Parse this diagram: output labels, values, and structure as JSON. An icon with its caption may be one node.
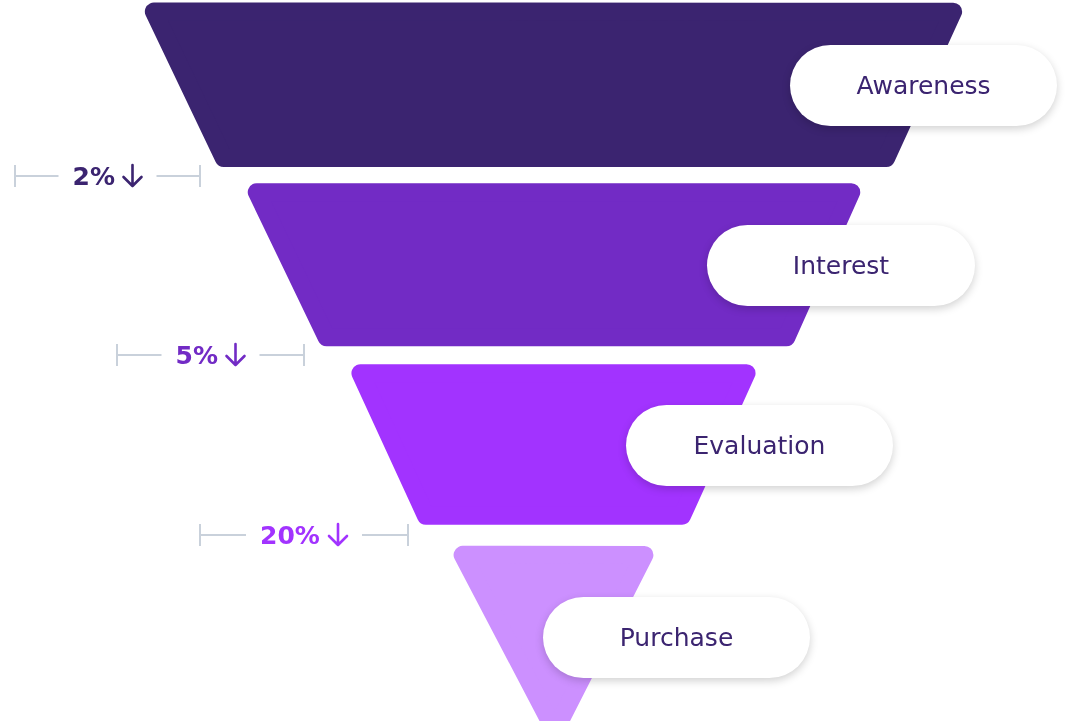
{
  "diagram": {
    "nodes": [
      {
        "text": [
          "Awareness"
        ]
      },
      {
        "text": [
          "Interest"
        ]
      },
      {
        "text": [
          "Evaluation"
        ]
      },
      {
        "text": [
          "Purchase"
        ]
      }
    ],
    "labels": [
      "2%",
      "5%",
      "20%"
    ]
  }
}
